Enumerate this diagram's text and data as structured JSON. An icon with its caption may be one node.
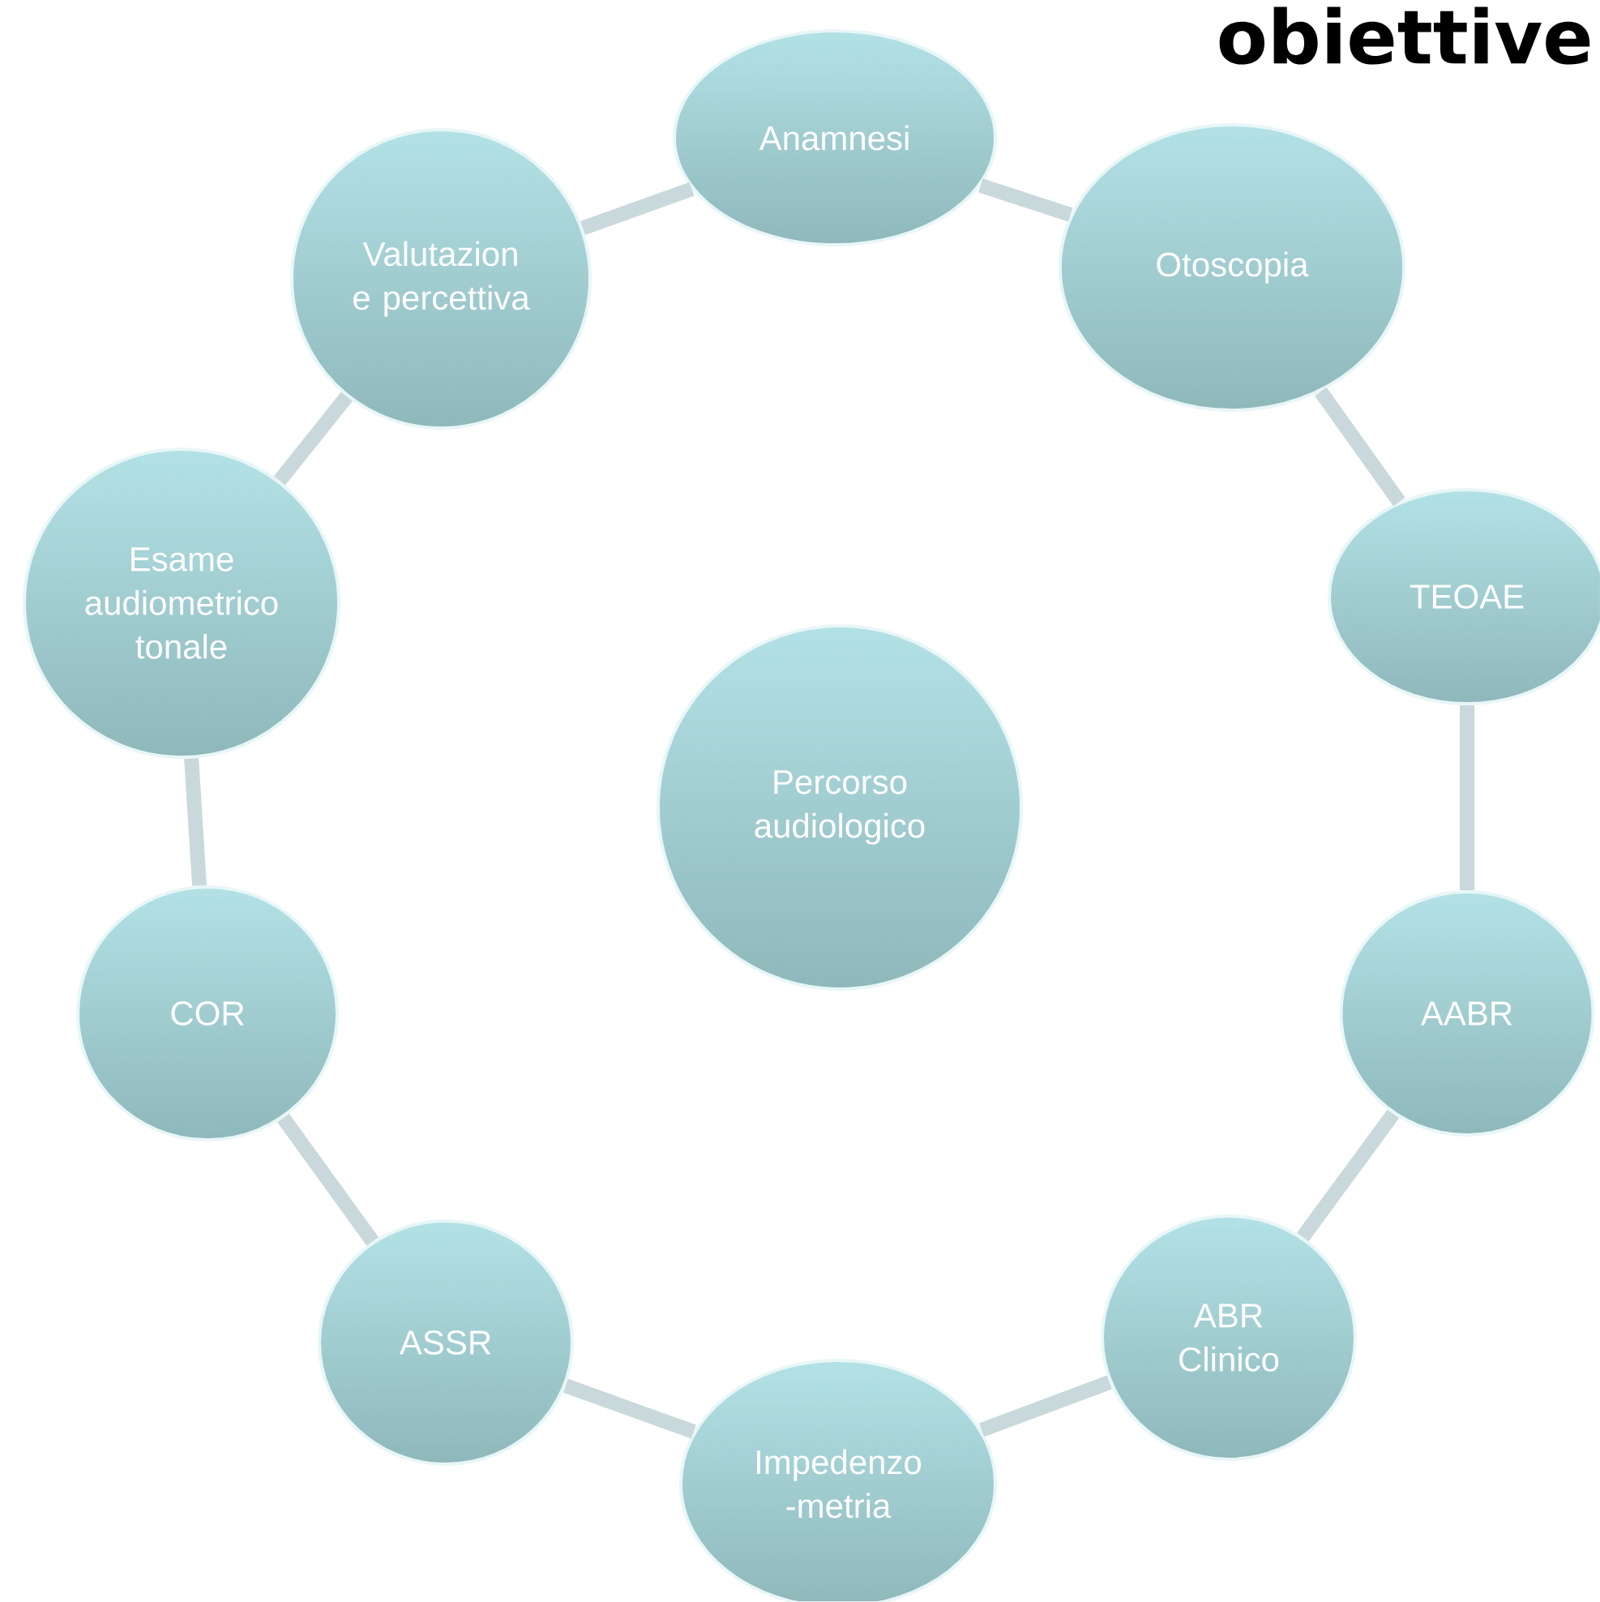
{
  "diagram": {
    "nodes": [
      {
        "text": [
          "Anamnesi"
        ]
      },
      {
        "text": [
          "Otoscopia"
        ]
      },
      {
        "text": [
          "TEOAE"
        ]
      },
      {
        "text": [
          "AABR"
        ]
      },
      {
        "text": [
          "ABR Clinico"
        ]
      },
      {
        "text": [
          "Impedenzo -metria"
        ]
      },
      {
        "text": [
          "ASSR"
        ]
      },
      {
        "text": [
          "COR"
        ]
      },
      {
        "text": [
          "Esame audiometrico tonale"
        ]
      },
      {
        "text": [
          "Valutazion e percettiva"
        ]
      },
      {
        "text": [
          "Percorso audiologico"
        ]
      }
    ],
    "edges": [
      {
        "from": 0,
        "to": 1,
        "arrow": "none"
      },
      {
        "from": 1,
        "to": 2,
        "arrow": "none"
      },
      {
        "from": 2,
        "to": 3,
        "arrow": "none"
      },
      {
        "from": 3,
        "to": 4,
        "arrow": "none"
      },
      {
        "from": 4,
        "to": 5,
        "arrow": "none"
      },
      {
        "from": 5,
        "to": 6,
        "arrow": "none"
      },
      {
        "from": 6,
        "to": 7,
        "arrow": "none"
      },
      {
        "from": 7,
        "to": 8,
        "arrow": "none"
      },
      {
        "from": 8,
        "to": 9,
        "arrow": "none"
      },
      {
        "from": 9,
        "to": 0,
        "arrow": "none"
      }
    ],
    "labels": [
      "obiettive"
    ]
  }
}
